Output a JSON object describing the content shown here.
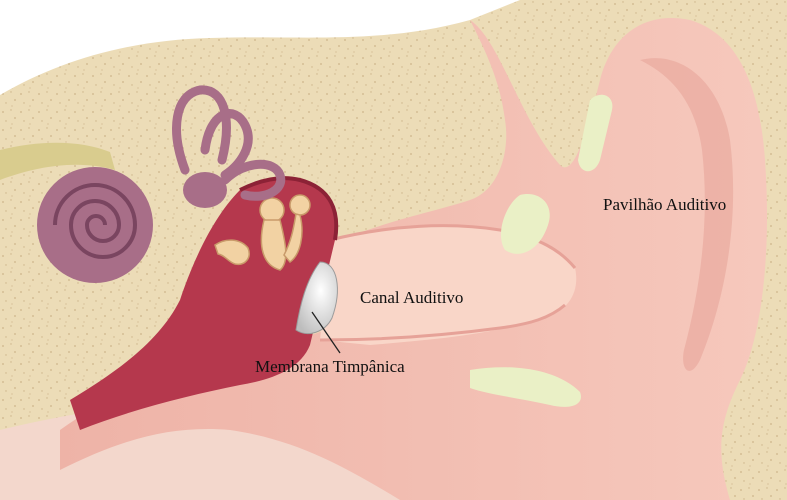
{
  "labels": {
    "pavilhao": "Pavilhão Auditivo",
    "canal": "Canal Auditivo",
    "membrana": "Membrana Timpânica"
  },
  "colors": {
    "bone": "#ecdcb7",
    "bone_speckle": "#cdb48a",
    "skin": "#f3c0b4",
    "skin_dark": "#e6a298",
    "canal": "#f9d6c8",
    "cartilage": "#eaf0c6",
    "middle_ear": "#b5384d",
    "middle_ear_dark": "#8c2236",
    "cochlea": "#a86e88",
    "ossicles": "#f2d2a3",
    "membrane": "#eeeeee"
  }
}
